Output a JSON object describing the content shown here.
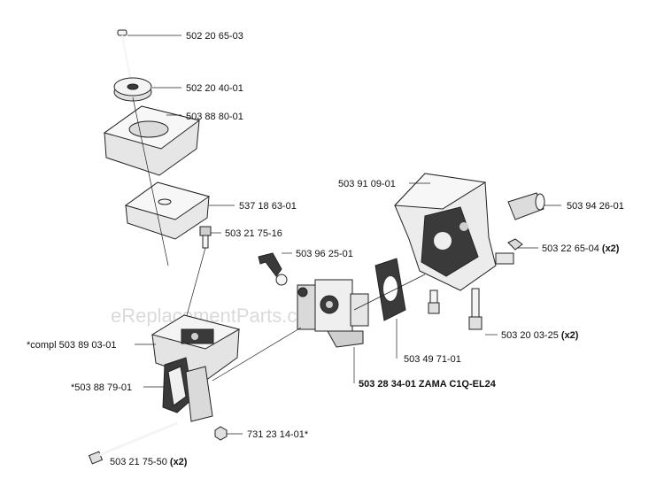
{
  "watermark": "eReplacementParts.com",
  "colors": {
    "part_fill": "#f4f4f4",
    "part_shade": "#cfcfcf",
    "dark": "#3a3a3a",
    "ink": "#111111"
  },
  "labels": {
    "p1": "502 20 65-03",
    "p2": "502 20 40-01",
    "p3": "503 88 80-01",
    "p4": "537 18 63-01",
    "p5": "503 21 75-16",
    "p6": "503 96 25-01",
    "p7": "*compl 503 89 03-01",
    "p8": "*503 88 79-01",
    "p9": "731 23 14-01*",
    "p10": "503 21 75-50",
    "p10_qty": "(x2)",
    "p11": "503 28 34-01",
    "p11_desc": "ZAMA C1Q-EL24",
    "p12": "503 49 71-01",
    "p13": "503 20 03-25",
    "p13_qty": "(x2)",
    "p14": "503 91 09-01",
    "p15": "503 94 26-01",
    "p16": "503 22 65-04",
    "p16_qty": "(x2)"
  }
}
